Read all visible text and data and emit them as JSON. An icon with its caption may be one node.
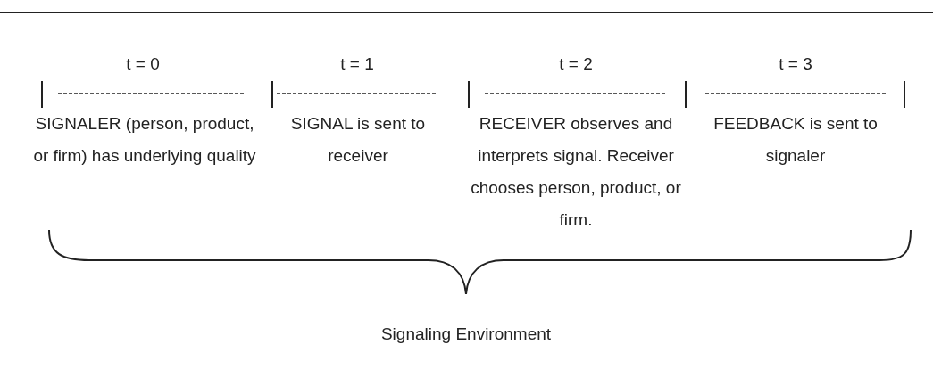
{
  "diagram": {
    "labels": [
      "t = 0",
      "t = 1",
      "t = 2",
      "t = 3",
      "SIGNALER (person, product, or firm) has underlying quality",
      "SIGNAL is sent to receiver",
      "RECEIVER observes and interprets signal. Receiver chooses person, product, or firm.",
      "FEEDBACK is sent to signaler",
      "Signaling Environment"
    ]
  }
}
